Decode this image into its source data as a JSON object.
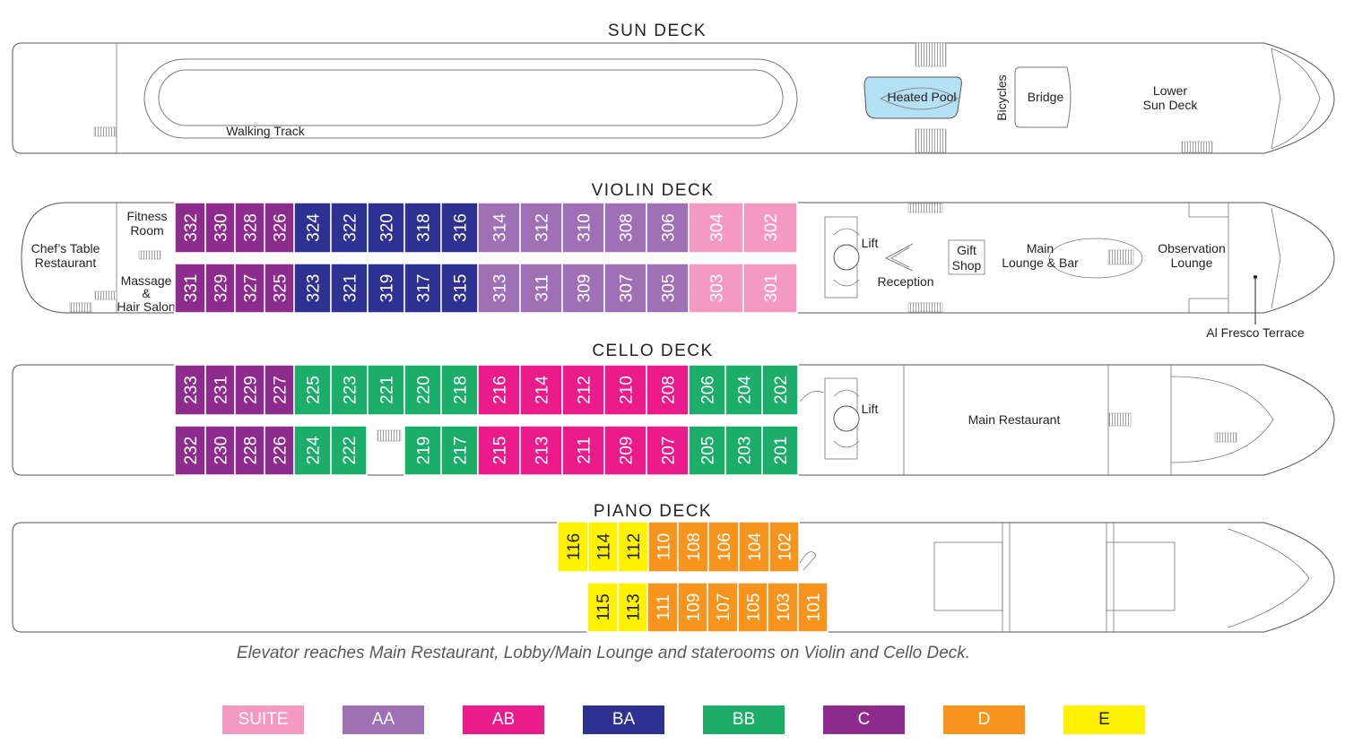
{
  "decks": {
    "sun": {
      "title": "SUN DECK"
    },
    "violin": {
      "title": "VIOLIN DECK"
    },
    "cello": {
      "title": "CELLO DECK"
    },
    "piano": {
      "title": "PIANO DECK"
    }
  },
  "labels": {
    "walking_track": "Walking Track",
    "heated_pool": "Heated Pool",
    "bicycles": "Bicycles",
    "bridge": "Bridge",
    "lower_sun_deck": [
      "Lower",
      "Sun Deck"
    ],
    "chefs_table": [
      "Chef’s Table",
      "Restaurant"
    ],
    "fitness_room": [
      "Fitness",
      "Room"
    ],
    "massage": [
      "Massage",
      "&",
      "Hair Salon"
    ],
    "lift": "Lift",
    "reception": "Reception",
    "gift_shop": [
      "Gift",
      "Shop"
    ],
    "main_lounge": [
      "Main",
      "Lounge & Bar"
    ],
    "observation_lounge": [
      "Observation",
      "Lounge"
    ],
    "al_fresco": "Al Fresco Terrace",
    "main_restaurant": "Main Restaurant"
  },
  "categories": {
    "SUITE": {
      "color": "#f49ac2",
      "dark_text": false
    },
    "AA": {
      "color": "#a070b6",
      "dark_text": false
    },
    "AB": {
      "color": "#ec1b8c",
      "dark_text": false
    },
    "BA": {
      "color": "#2e3192",
      "dark_text": false
    },
    "BB": {
      "color": "#1cad6b",
      "dark_text": false
    },
    "C": {
      "color": "#8e2c8e",
      "dark_text": false
    },
    "D": {
      "color": "#f7941d",
      "dark_text": false
    },
    "E": {
      "color": "#fff200",
      "dark_text": true
    }
  },
  "cabin_rows": {
    "violin_top": [
      {
        "n": "332",
        "c": "C"
      },
      {
        "n": "330",
        "c": "C"
      },
      {
        "n": "328",
        "c": "C"
      },
      {
        "n": "326",
        "c": "C"
      },
      {
        "n": "324",
        "c": "BA"
      },
      {
        "n": "322",
        "c": "BA"
      },
      {
        "n": "320",
        "c": "BA"
      },
      {
        "n": "318",
        "c": "BA"
      },
      {
        "n": "316",
        "c": "BA"
      },
      {
        "n": "314",
        "c": "AA"
      },
      {
        "n": "312",
        "c": "AA"
      },
      {
        "n": "310",
        "c": "AA"
      },
      {
        "n": "308",
        "c": "AA"
      },
      {
        "n": "306",
        "c": "AA"
      },
      {
        "n": "304",
        "c": "SUITE"
      },
      {
        "n": "302",
        "c": "SUITE"
      }
    ],
    "violin_bottom": [
      {
        "n": "331",
        "c": "C"
      },
      {
        "n": "329",
        "c": "C"
      },
      {
        "n": "327",
        "c": "C"
      },
      {
        "n": "325",
        "c": "C"
      },
      {
        "n": "323",
        "c": "BA"
      },
      {
        "n": "321",
        "c": "BA"
      },
      {
        "n": "319",
        "c": "BA"
      },
      {
        "n": "317",
        "c": "BA"
      },
      {
        "n": "315",
        "c": "BA"
      },
      {
        "n": "313",
        "c": "AA"
      },
      {
        "n": "311",
        "c": "AA"
      },
      {
        "n": "309",
        "c": "AA"
      },
      {
        "n": "307",
        "c": "AA"
      },
      {
        "n": "305",
        "c": "AA"
      },
      {
        "n": "303",
        "c": "SUITE"
      },
      {
        "n": "301",
        "c": "SUITE"
      }
    ],
    "cello_top": [
      {
        "n": "233",
        "c": "C"
      },
      {
        "n": "231",
        "c": "C"
      },
      {
        "n": "229",
        "c": "C"
      },
      {
        "n": "227",
        "c": "C"
      },
      {
        "n": "225",
        "c": "BB"
      },
      {
        "n": "223",
        "c": "BB"
      },
      {
        "n": "221",
        "c": "BB"
      },
      {
        "n": "220",
        "c": "BB"
      },
      {
        "n": "218",
        "c": "BB"
      },
      {
        "n": "216",
        "c": "AB"
      },
      {
        "n": "214",
        "c": "AB"
      },
      {
        "n": "212",
        "c": "AB"
      },
      {
        "n": "210",
        "c": "AB"
      },
      {
        "n": "208",
        "c": "AB"
      },
      {
        "n": "206",
        "c": "BB"
      },
      {
        "n": "204",
        "c": "BB"
      },
      {
        "n": "202",
        "c": "BB"
      }
    ],
    "cello_bottom": [
      {
        "n": "232",
        "c": "C"
      },
      {
        "n": "230",
        "c": "C"
      },
      {
        "n": "228",
        "c": "C"
      },
      {
        "n": "226",
        "c": "C"
      },
      {
        "n": "224",
        "c": "BB"
      },
      {
        "n": "222",
        "c": "BB"
      },
      {
        "n": "219",
        "c": "BB"
      },
      {
        "n": "217",
        "c": "BB"
      },
      {
        "n": "215",
        "c": "AB"
      },
      {
        "n": "213",
        "c": "AB"
      },
      {
        "n": "211",
        "c": "AB"
      },
      {
        "n": "209",
        "c": "AB"
      },
      {
        "n": "207",
        "c": "AB"
      },
      {
        "n": "205",
        "c": "BB"
      },
      {
        "n": "203",
        "c": "BB"
      },
      {
        "n": "201",
        "c": "BB"
      }
    ],
    "piano_top": [
      {
        "n": "116",
        "c": "E"
      },
      {
        "n": "114",
        "c": "E"
      },
      {
        "n": "112",
        "c": "E"
      },
      {
        "n": "110",
        "c": "D"
      },
      {
        "n": "108",
        "c": "D"
      },
      {
        "n": "106",
        "c": "D"
      },
      {
        "n": "104",
        "c": "D"
      },
      {
        "n": "102",
        "c": "D"
      }
    ],
    "piano_bottom": [
      {
        "n": "115",
        "c": "E"
      },
      {
        "n": "113",
        "c": "E"
      },
      {
        "n": "111",
        "c": "D"
      },
      {
        "n": "109",
        "c": "D"
      },
      {
        "n": "107",
        "c": "D"
      },
      {
        "n": "105",
        "c": "D"
      },
      {
        "n": "103",
        "c": "D"
      },
      {
        "n": "101",
        "c": "D"
      }
    ]
  },
  "note": "Elevator reaches Main Restaurant, Lobby/Main Lounge and staterooms on Violin and Cello Deck.",
  "legend": [
    "SUITE",
    "AA",
    "AB",
    "BA",
    "BB",
    "C",
    "D",
    "E"
  ]
}
